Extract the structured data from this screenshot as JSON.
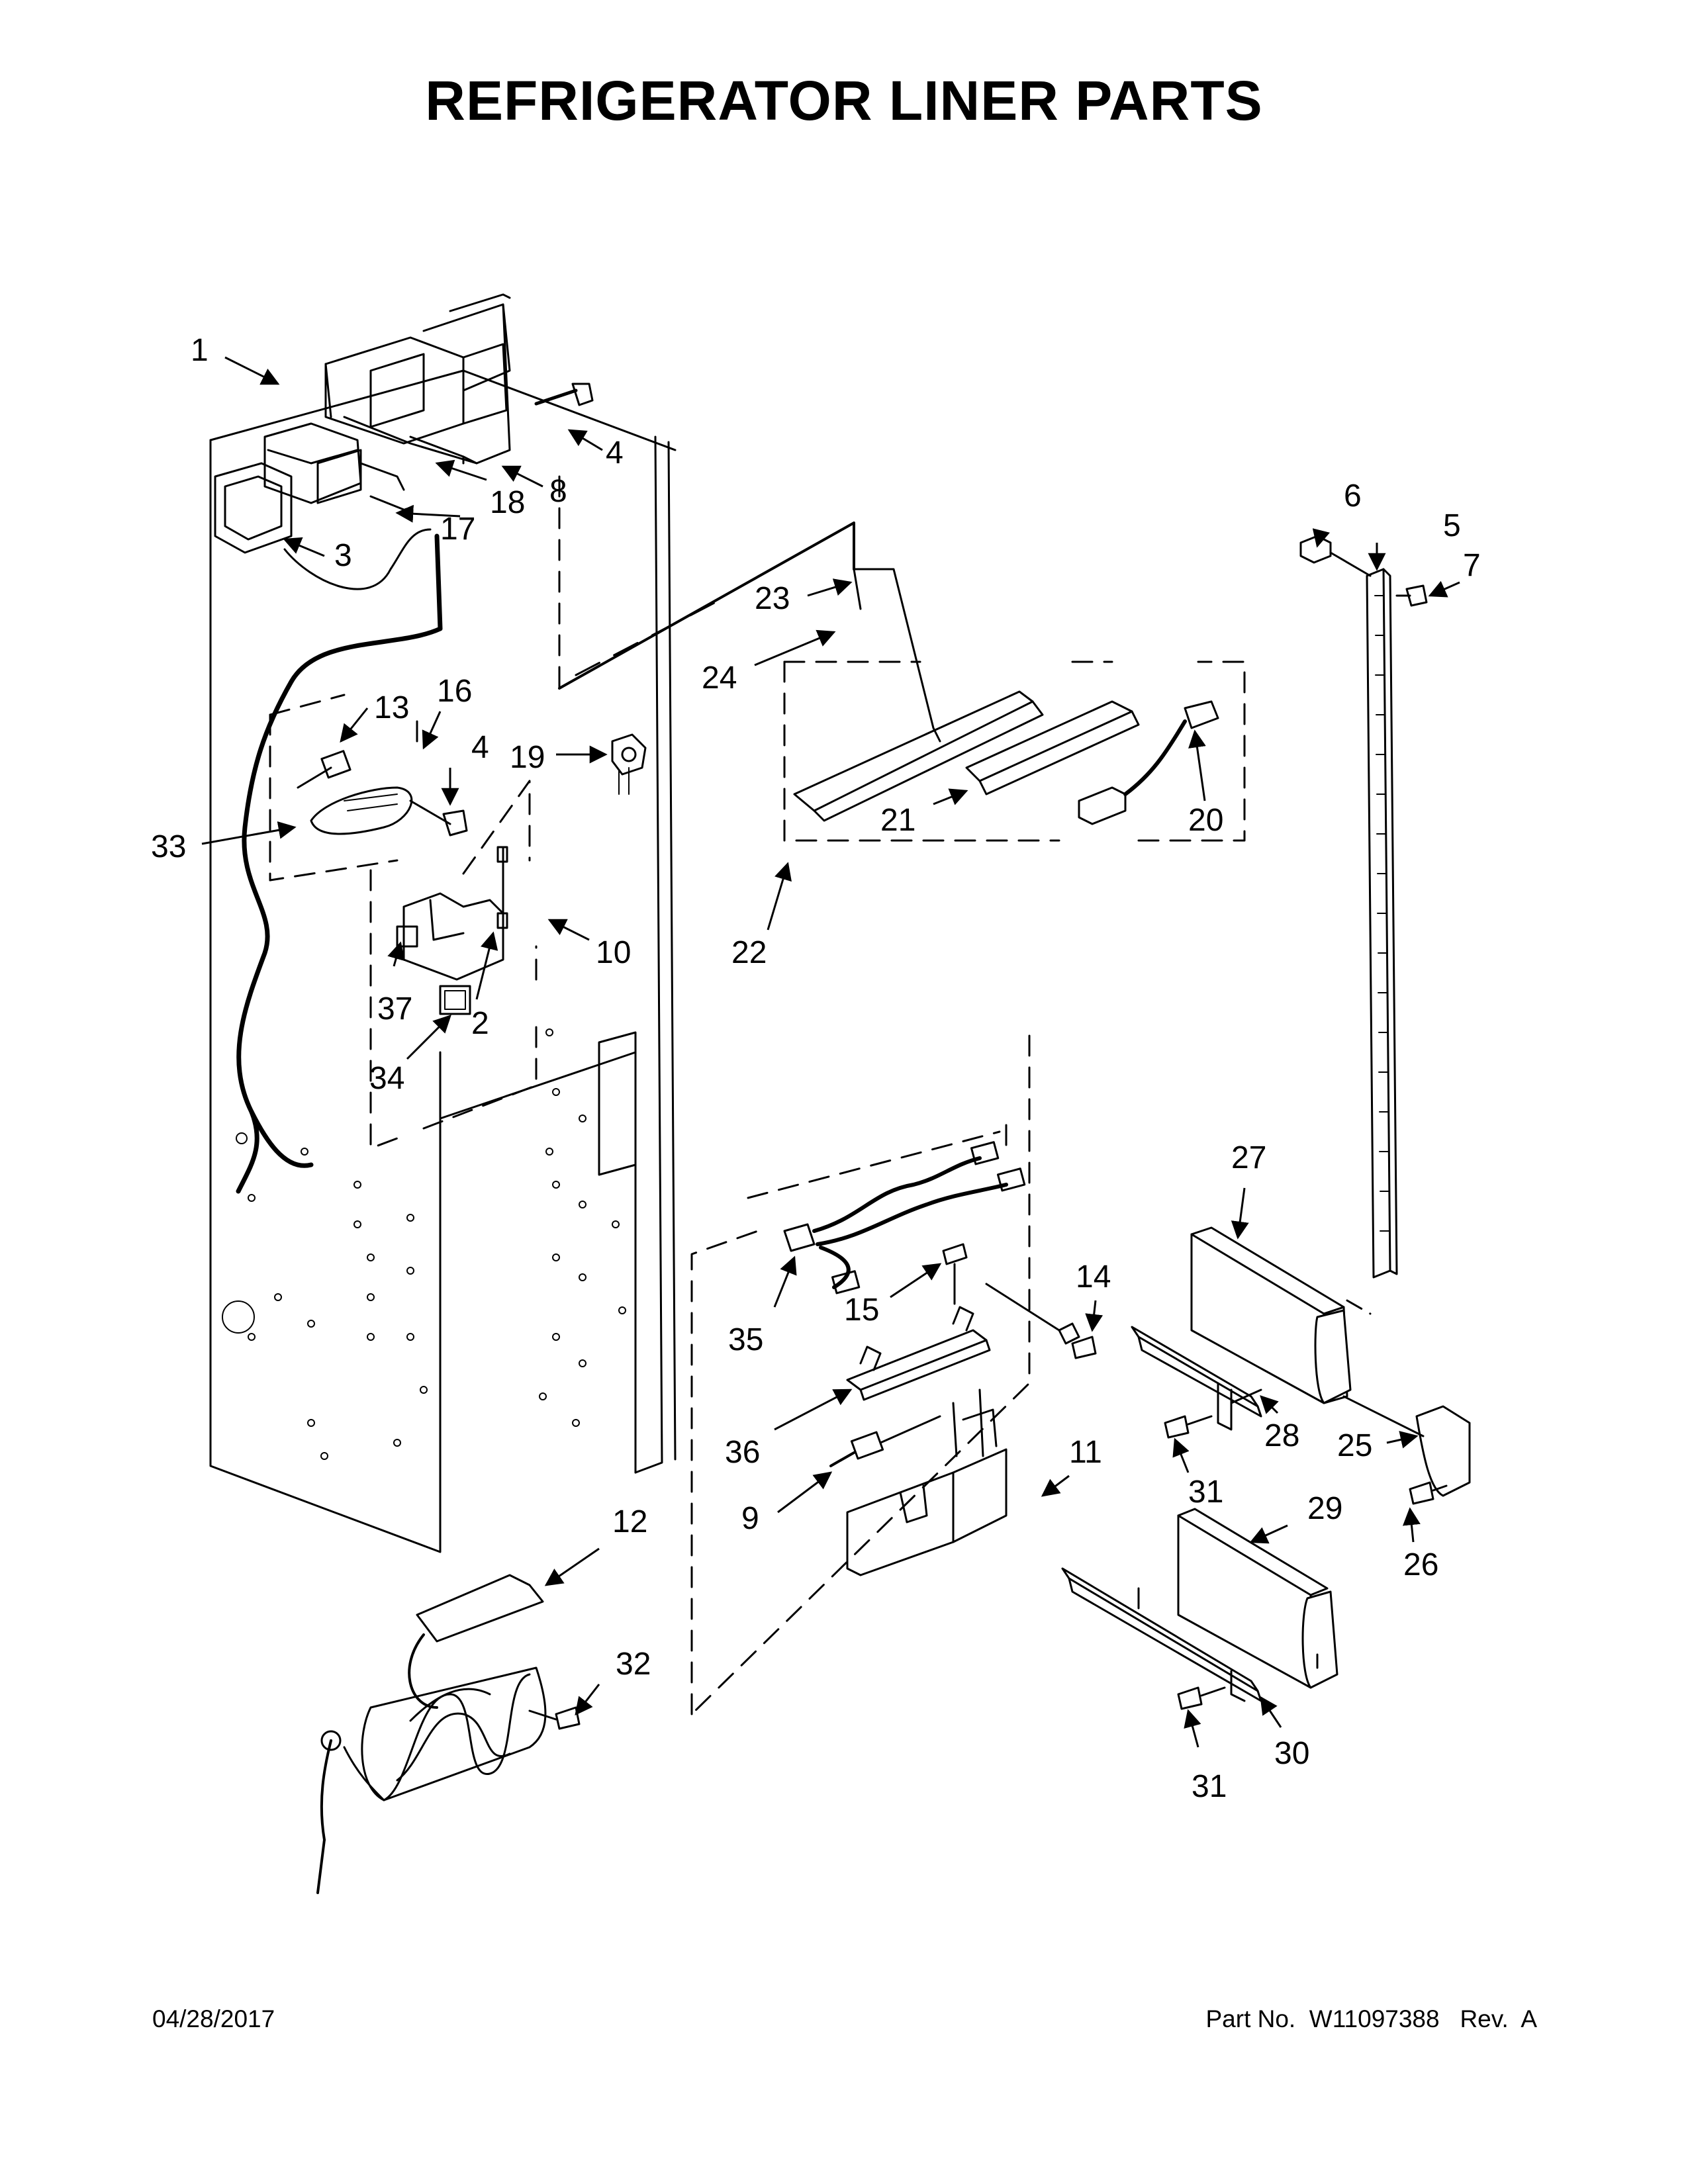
{
  "title": "REFRIGERATOR LINER PARTS",
  "footer": {
    "date": "04/28/2017",
    "part_label": "Part No.",
    "part_number": "W11097388",
    "rev_label": "Rev.",
    "rev": "A"
  },
  "callouts": [
    {
      "id": "c1",
      "label": "1"
    },
    {
      "id": "c2",
      "label": "2"
    },
    {
      "id": "c3",
      "label": "3"
    },
    {
      "id": "c4a",
      "label": "4"
    },
    {
      "id": "c4b",
      "label": "4"
    },
    {
      "id": "c5",
      "label": "5"
    },
    {
      "id": "c6",
      "label": "6"
    },
    {
      "id": "c7",
      "label": "7"
    },
    {
      "id": "c8",
      "label": "8"
    },
    {
      "id": "c9",
      "label": "9"
    },
    {
      "id": "c10",
      "label": "10"
    },
    {
      "id": "c11",
      "label": "11"
    },
    {
      "id": "c12",
      "label": "12"
    },
    {
      "id": "c13",
      "label": "13"
    },
    {
      "id": "c14",
      "label": "14"
    },
    {
      "id": "c15",
      "label": "15"
    },
    {
      "id": "c16",
      "label": "16"
    },
    {
      "id": "c17",
      "label": "17"
    },
    {
      "id": "c18",
      "label": "18"
    },
    {
      "id": "c19",
      "label": "19"
    },
    {
      "id": "c20",
      "label": "20"
    },
    {
      "id": "c21",
      "label": "21"
    },
    {
      "id": "c22",
      "label": "22"
    },
    {
      "id": "c23",
      "label": "23"
    },
    {
      "id": "c24",
      "label": "24"
    },
    {
      "id": "c25",
      "label": "25"
    },
    {
      "id": "c26",
      "label": "26"
    },
    {
      "id": "c27",
      "label": "27"
    },
    {
      "id": "c28",
      "label": "28"
    },
    {
      "id": "c29",
      "label": "29"
    },
    {
      "id": "c30",
      "label": "30"
    },
    {
      "id": "c31a",
      "label": "31"
    },
    {
      "id": "c31b",
      "label": "31"
    },
    {
      "id": "c32",
      "label": "32"
    },
    {
      "id": "c33",
      "label": "33"
    },
    {
      "id": "c34",
      "label": "34"
    },
    {
      "id": "c35",
      "label": "35"
    },
    {
      "id": "c36",
      "label": "36"
    },
    {
      "id": "c37",
      "label": "37"
    }
  ]
}
